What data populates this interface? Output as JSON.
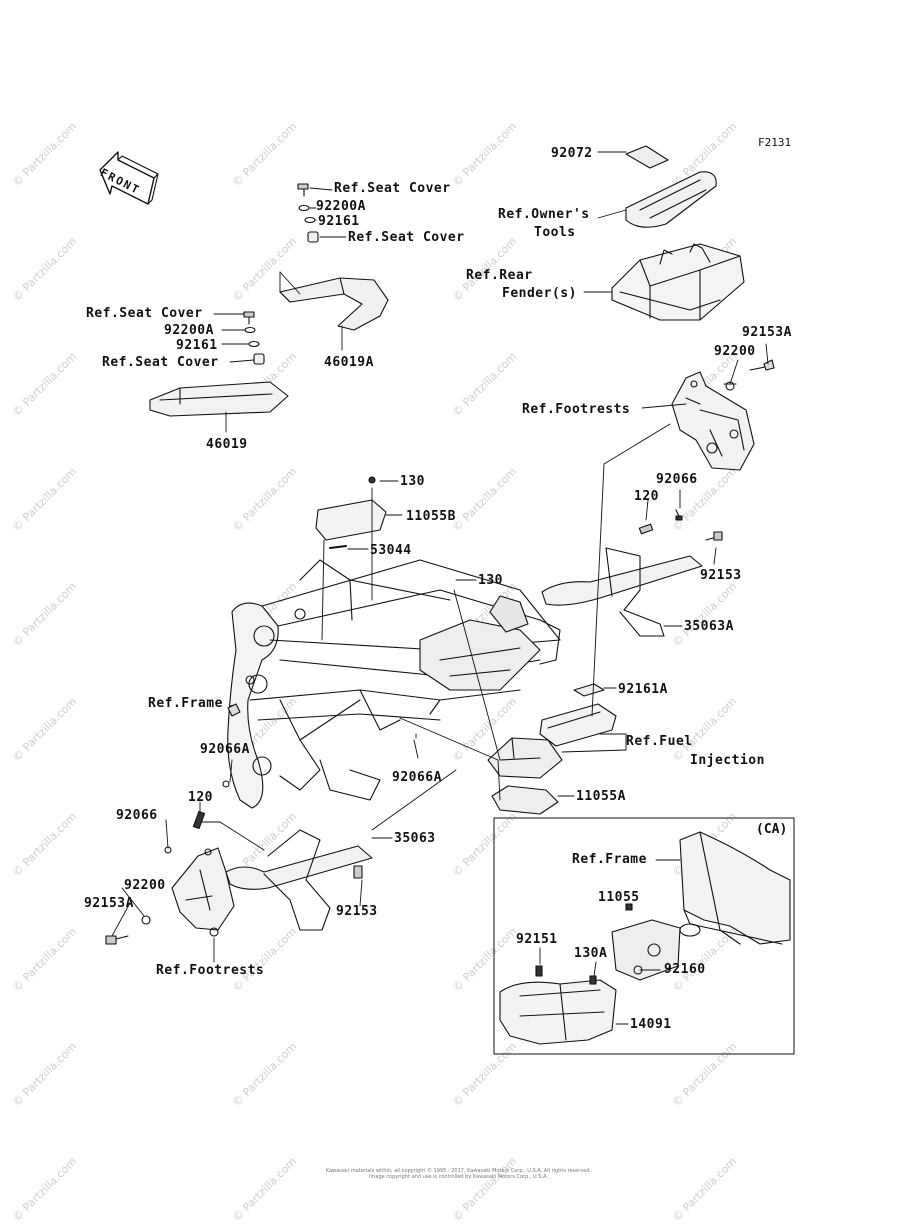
{
  "figure_code": "F2131",
  "watermark": "© Partzilla.com",
  "inset_label": "(CA)",
  "front_label": "FRONT",
  "copyright_line1": "Kawasaki materials within, all copyright © 1995 - 2017, Kawasaki Motors Corp., U.S.A. All rights reserved.",
  "copyright_line2": "Image copyright and use is controlled by Kawasaki Motors Corp., U.S.A.",
  "labels": {
    "92072": "92072",
    "ref_owners_tools_1": "Ref.Owner's",
    "ref_owners_tools_2": "Tools",
    "ref_rear_fender_1": "Ref.Rear",
    "ref_rear_fender_2": "Fender(s)",
    "92153A_top": "92153A",
    "92200_top": "92200",
    "ref_footrests_top": "Ref.Footrests",
    "ref_seat_cover_1": "Ref.Seat Cover",
    "92200A_top": "92200A",
    "92161_top": "92161",
    "ref_seat_cover_2": "Ref.Seat Cover",
    "46019A": "46019A",
    "ref_seat_cover_3": "Ref.Seat Cover",
    "92200A_left": "92200A",
    "92161_left": "92161",
    "ref_seat_cover_4": "Ref.Seat Cover",
    "46019": "46019",
    "130_top": "130",
    "11055B": "11055B",
    "53044": "53044",
    "130_mid": "130",
    "92066_right": "92066",
    "120_right": "120",
    "92153_right": "92153",
    "35063A": "35063A",
    "92161A": "92161A",
    "ref_frame_left": "Ref.Frame",
    "ref_fuel_injection_1": "Ref.Fuel",
    "ref_fuel_injection_2": "Injection",
    "92066A_left": "92066A",
    "92066A_mid": "92066A",
    "11055A": "11055A",
    "120_left": "120",
    "92066_left": "92066",
    "35063": "35063",
    "92200_bottom": "92200",
    "92153A_bottom": "92153A",
    "92153_bottom": "92153",
    "ref_footrests_bottom": "Ref.Footrests",
    "ref_frame_inset": "Ref.Frame",
    "11055": "11055",
    "92151": "92151",
    "130A": "130A",
    "92160": "92160",
    "14091": "14091"
  }
}
